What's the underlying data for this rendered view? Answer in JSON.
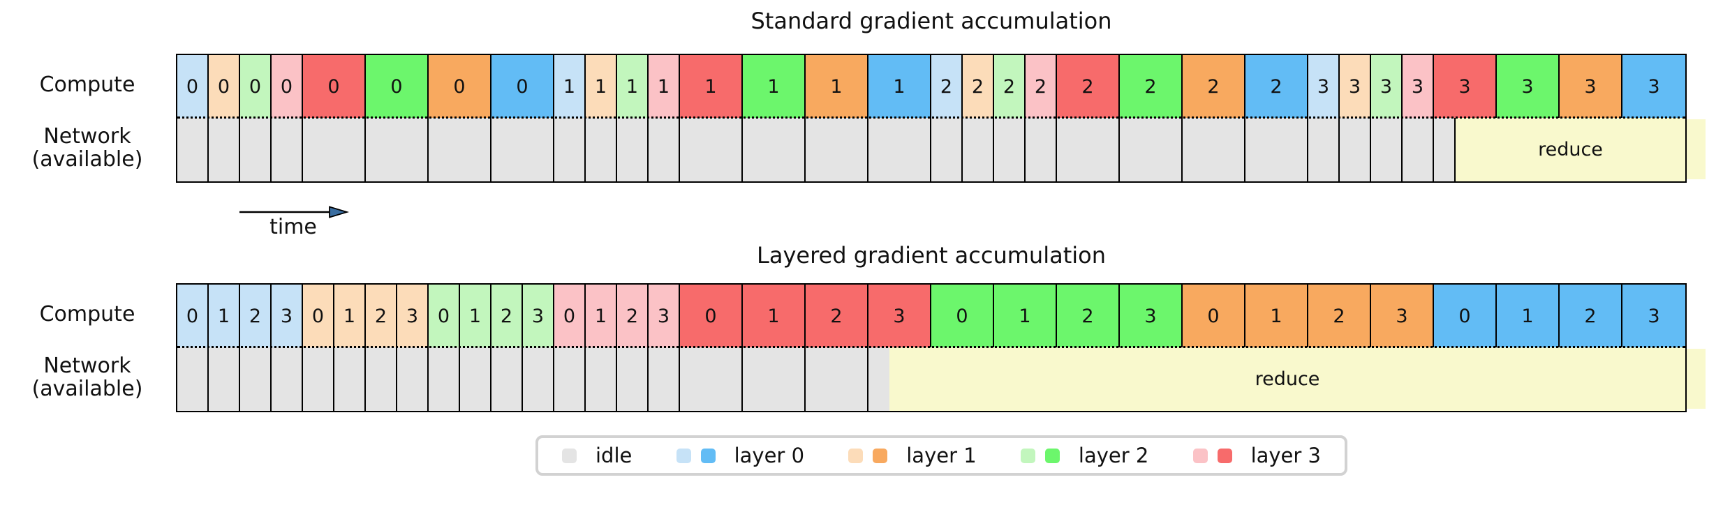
{
  "figure": {
    "time_label": "time"
  },
  "colors": {
    "layer0_fwd": "#c6e2f7",
    "layer0_bwd": "#62bcf5",
    "layer1_fwd": "#fcdcb9",
    "layer1_bwd": "#f8a95f",
    "layer2_fwd": "#c2f6bd",
    "layer2_bwd": "#6cf66c",
    "layer3_fwd": "#fbc2c6",
    "layer3_bwd": "#f76b6b",
    "idle": "#e4e4e4",
    "reduce": "#f9f9cd",
    "arrow_line": "#000000",
    "arrow_head": "#3a6da0",
    "legend_border": "#d2d2d2"
  },
  "diagrams": [
    {
      "id": "standard",
      "title": "Standard gradient accumulation",
      "compute_label": "Compute",
      "network_label_line1": "Network",
      "network_label_line2": "(available)",
      "compute_cells": [
        {
          "label": "0",
          "color": "layer0_fwd",
          "units": 1
        },
        {
          "label": "0",
          "color": "layer1_fwd",
          "units": 1
        },
        {
          "label": "0",
          "color": "layer2_fwd",
          "units": 1
        },
        {
          "label": "0",
          "color": "layer3_fwd",
          "units": 1
        },
        {
          "label": "0",
          "color": "layer3_bwd",
          "units": 2
        },
        {
          "label": "0",
          "color": "layer2_bwd",
          "units": 2
        },
        {
          "label": "0",
          "color": "layer1_bwd",
          "units": 2
        },
        {
          "label": "0",
          "color": "layer0_bwd",
          "units": 2
        },
        {
          "label": "1",
          "color": "layer0_fwd",
          "units": 1
        },
        {
          "label": "1",
          "color": "layer1_fwd",
          "units": 1
        },
        {
          "label": "1",
          "color": "layer2_fwd",
          "units": 1
        },
        {
          "label": "1",
          "color": "layer3_fwd",
          "units": 1
        },
        {
          "label": "1",
          "color": "layer3_bwd",
          "units": 2
        },
        {
          "label": "1",
          "color": "layer2_bwd",
          "units": 2
        },
        {
          "label": "1",
          "color": "layer1_bwd",
          "units": 2
        },
        {
          "label": "1",
          "color": "layer0_bwd",
          "units": 2
        },
        {
          "label": "2",
          "color": "layer0_fwd",
          "units": 1
        },
        {
          "label": "2",
          "color": "layer1_fwd",
          "units": 1
        },
        {
          "label": "2",
          "color": "layer2_fwd",
          "units": 1
        },
        {
          "label": "2",
          "color": "layer3_fwd",
          "units": 1
        },
        {
          "label": "2",
          "color": "layer3_bwd",
          "units": 2
        },
        {
          "label": "2",
          "color": "layer2_bwd",
          "units": 2
        },
        {
          "label": "2",
          "color": "layer1_bwd",
          "units": 2
        },
        {
          "label": "2",
          "color": "layer0_bwd",
          "units": 2
        },
        {
          "label": "3",
          "color": "layer0_fwd",
          "units": 1
        },
        {
          "label": "3",
          "color": "layer1_fwd",
          "units": 1
        },
        {
          "label": "3",
          "color": "layer2_fwd",
          "units": 1
        },
        {
          "label": "3",
          "color": "layer3_fwd",
          "units": 1
        },
        {
          "label": "3",
          "color": "layer3_bwd",
          "units": 2
        },
        {
          "label": "3",
          "color": "layer2_bwd",
          "units": 2
        },
        {
          "label": "3",
          "color": "layer1_bwd",
          "units": 2
        },
        {
          "label": "3",
          "color": "layer0_bwd",
          "units": 2
        }
      ],
      "network": {
        "reduce_label": "reduce",
        "reduce_start": 1829,
        "reduce_left_border": true
      }
    },
    {
      "id": "layered",
      "title": "Layered gradient accumulation",
      "compute_label": "Compute",
      "network_label_line1": "Network",
      "network_label_line2": "(available)",
      "compute_cells": [
        {
          "label": "0",
          "color": "layer0_fwd",
          "units": 1
        },
        {
          "label": "1",
          "color": "layer0_fwd",
          "units": 1
        },
        {
          "label": "2",
          "color": "layer0_fwd",
          "units": 1
        },
        {
          "label": "3",
          "color": "layer0_fwd",
          "units": 1
        },
        {
          "label": "0",
          "color": "layer1_fwd",
          "units": 1
        },
        {
          "label": "1",
          "color": "layer1_fwd",
          "units": 1
        },
        {
          "label": "2",
          "color": "layer1_fwd",
          "units": 1
        },
        {
          "label": "3",
          "color": "layer1_fwd",
          "units": 1
        },
        {
          "label": "0",
          "color": "layer2_fwd",
          "units": 1
        },
        {
          "label": "1",
          "color": "layer2_fwd",
          "units": 1
        },
        {
          "label": "2",
          "color": "layer2_fwd",
          "units": 1
        },
        {
          "label": "3",
          "color": "layer2_fwd",
          "units": 1
        },
        {
          "label": "0",
          "color": "layer3_fwd",
          "units": 1
        },
        {
          "label": "1",
          "color": "layer3_fwd",
          "units": 1
        },
        {
          "label": "2",
          "color": "layer3_fwd",
          "units": 1
        },
        {
          "label": "3",
          "color": "layer3_fwd",
          "units": 1
        },
        {
          "label": "0",
          "color": "layer3_bwd",
          "units": 2
        },
        {
          "label": "1",
          "color": "layer3_bwd",
          "units": 2
        },
        {
          "label": "2",
          "color": "layer3_bwd",
          "units": 2
        },
        {
          "label": "3",
          "color": "layer3_bwd",
          "units": 2
        },
        {
          "label": "0",
          "color": "layer2_bwd",
          "units": 2
        },
        {
          "label": "1",
          "color": "layer2_bwd",
          "units": 2
        },
        {
          "label": "2",
          "color": "layer2_bwd",
          "units": 2
        },
        {
          "label": "3",
          "color": "layer2_bwd",
          "units": 2
        },
        {
          "label": "0",
          "color": "layer1_bwd",
          "units": 2
        },
        {
          "label": "1",
          "color": "layer1_bwd",
          "units": 2
        },
        {
          "label": "2",
          "color": "layer1_bwd",
          "units": 2
        },
        {
          "label": "3",
          "color": "layer1_bwd",
          "units": 2
        },
        {
          "label": "0",
          "color": "layer0_bwd",
          "units": 2
        },
        {
          "label": "1",
          "color": "layer0_bwd",
          "units": 2
        },
        {
          "label": "2",
          "color": "layer0_bwd",
          "units": 2
        },
        {
          "label": "3",
          "color": "layer0_bwd",
          "units": 2
        }
      ],
      "network": {
        "reduce_label": "reduce",
        "reduce_start": 1020,
        "reduce_left_border": false
      }
    }
  ],
  "legend": {
    "items": [
      {
        "label": "idle",
        "swatches": [
          "idle"
        ]
      },
      {
        "label": "layer 0",
        "swatches": [
          "layer0_fwd",
          "layer0_bwd"
        ]
      },
      {
        "label": "layer 1",
        "swatches": [
          "layer1_fwd",
          "layer1_bwd"
        ]
      },
      {
        "label": "layer 2",
        "swatches": [
          "layer2_fwd",
          "layer2_bwd"
        ]
      },
      {
        "label": "layer 3",
        "swatches": [
          "layer3_fwd",
          "layer3_bwd"
        ]
      }
    ]
  }
}
